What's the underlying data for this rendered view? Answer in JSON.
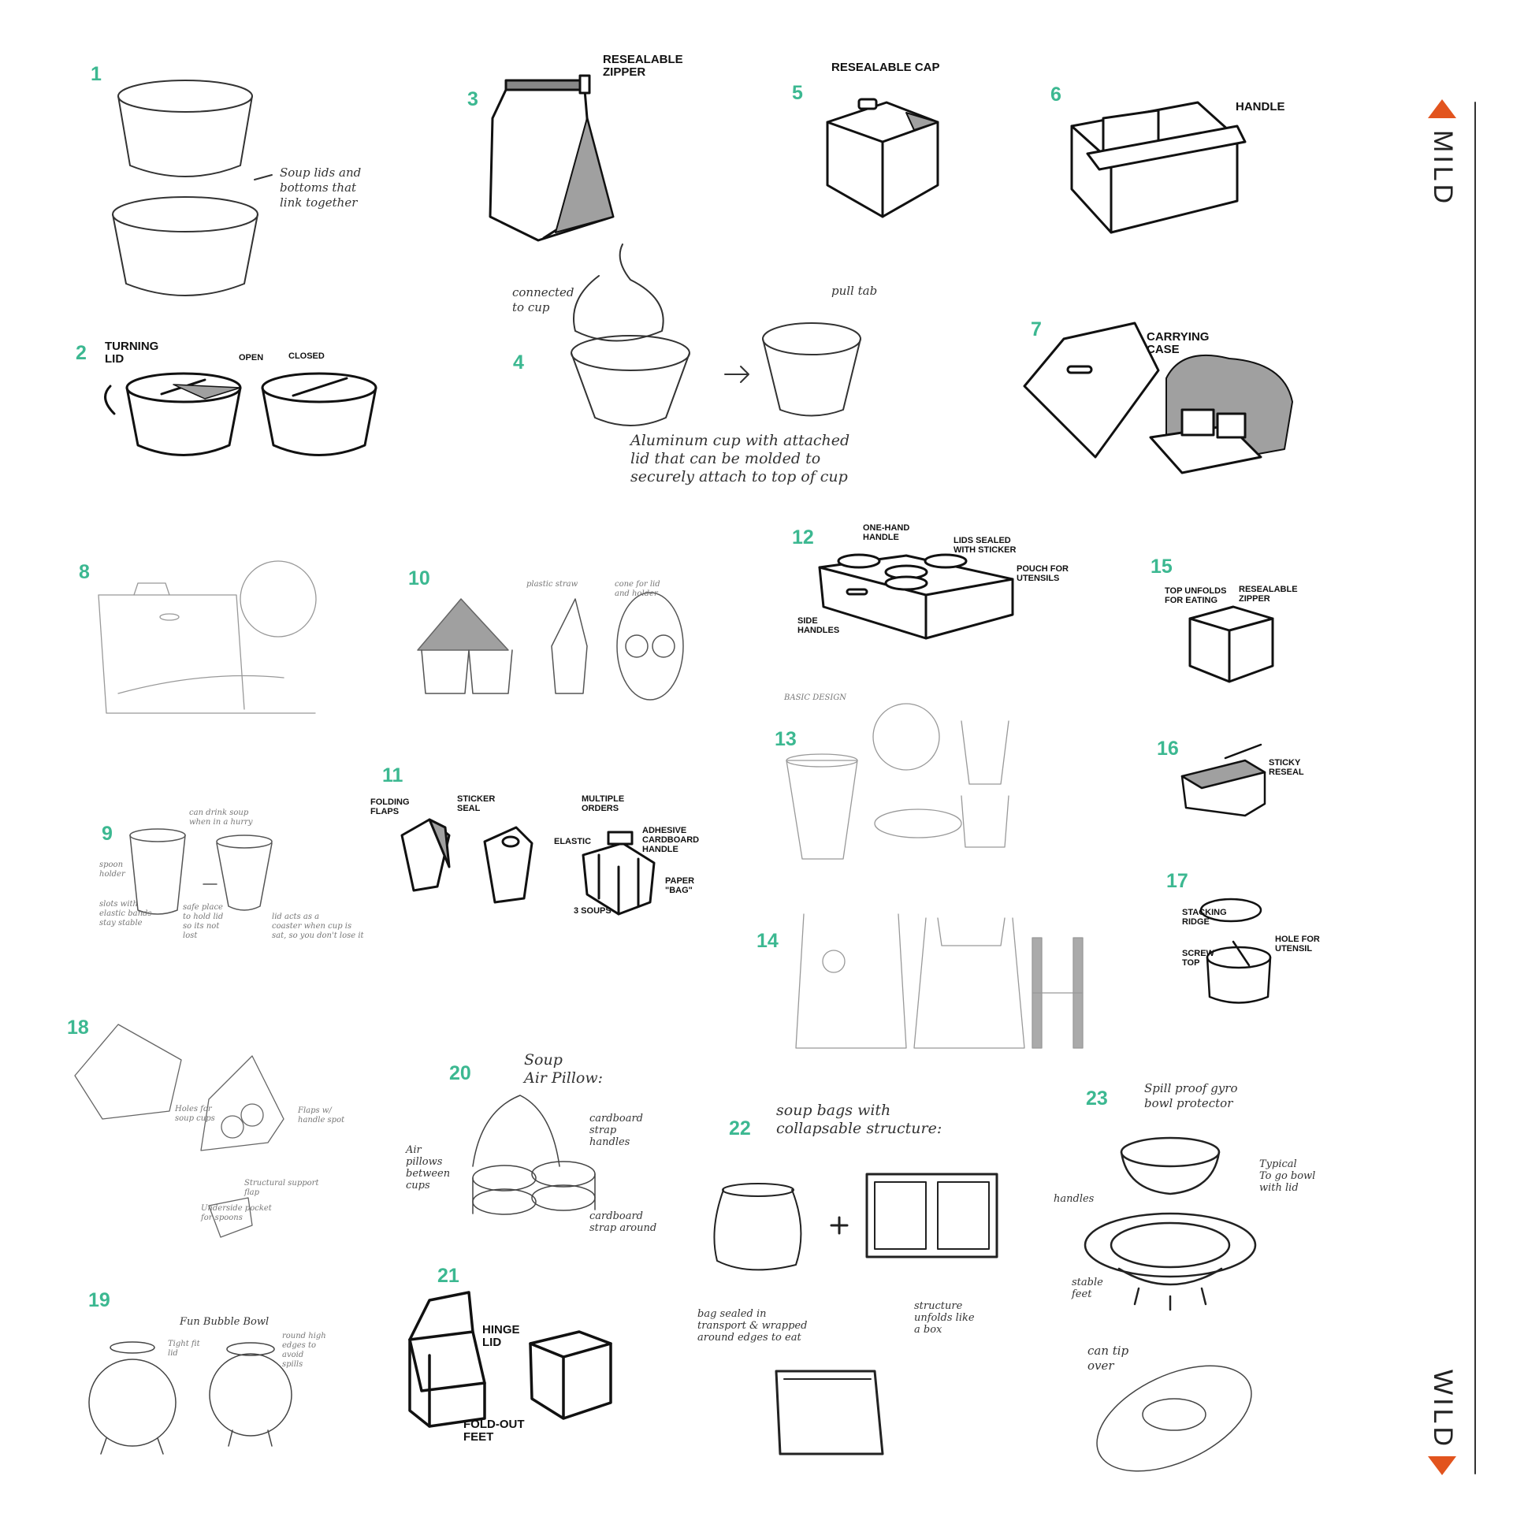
{
  "colors": {
    "accent": "#3cb891",
    "arrow": "#e2541e",
    "ink": "#111111",
    "fill": "#a0a0a0"
  },
  "scale": {
    "top_label": "MILD",
    "bottom_label": "WILD"
  },
  "sketches": [
    {
      "number": "1",
      "labels": [],
      "notes": [
        "Soup lids and\nbottoms that\nlink together"
      ]
    },
    {
      "number": "2",
      "labels": [
        "TURNING\nLID",
        "OPEN",
        "CLOSED"
      ],
      "notes": []
    },
    {
      "number": "3",
      "labels": [
        "RESEALABLE\nZIPPER"
      ],
      "notes": []
    },
    {
      "number": "4",
      "labels": [],
      "notes": [
        "connected\nto cup",
        "pull tab",
        "Aluminum cup with attached\nlid that can be molded to\nsecurely attach to top of cup"
      ]
    },
    {
      "number": "5",
      "labels": [
        "RESEALABLE CAP"
      ],
      "notes": []
    },
    {
      "number": "6",
      "labels": [
        "HANDLE"
      ],
      "notes": []
    },
    {
      "number": "7",
      "labels": [
        "CARRYING\nCASE"
      ],
      "notes": []
    },
    {
      "number": "8",
      "labels": [],
      "notes": []
    },
    {
      "number": "9",
      "labels": [],
      "notes": [
        "can drink soup\nwhen in a hurry",
        "spoon\nholder",
        "slots with\nelastic bands\nstay stable",
        "safe place\nto hold lid\nso its not\nlost",
        "lid acts as a\ncoaster when cup is\nsat, so you don't lose it"
      ]
    },
    {
      "number": "10",
      "labels": [],
      "notes": [
        "plastic straw",
        "cone for lid\nand holder"
      ]
    },
    {
      "number": "11",
      "labels": [
        "FOLDING\nFLAPS",
        "STICKER\nSEAL",
        "MULTIPLE\nORDERS",
        "ADHESIVE\nCARDBOARD\nHANDLE",
        "ELASTIC",
        "PAPER\n\"BAG\"",
        "3 SOUPS"
      ],
      "notes": []
    },
    {
      "number": "12",
      "labels": [
        "ONE-HAND\nHANDLE",
        "LIDS SEALED\nWITH STICKER",
        "POUCH FOR\nUTENSILS",
        "SIDE\nHANDLES"
      ],
      "notes": []
    },
    {
      "number": "13",
      "labels": [],
      "notes": [
        "BASIC DESIGN"
      ]
    },
    {
      "number": "14",
      "labels": [],
      "notes": []
    },
    {
      "number": "15",
      "labels": [
        "TOP UNFOLDS\nFOR EATING",
        "RESEALABLE\nZIPPER"
      ],
      "notes": []
    },
    {
      "number": "16",
      "labels": [
        "STICKY\nRESEAL"
      ],
      "notes": []
    },
    {
      "number": "17",
      "labels": [
        "STACKING\nRIDGE",
        "HOLE FOR\nUTENSIL",
        "SCREW\nTOP"
      ],
      "notes": []
    },
    {
      "number": "18",
      "labels": [],
      "notes": [
        "Holes for\nsoup cups",
        "Flaps w/\nhandle spot",
        "Structural support\nflap",
        "Underside pocket\nfor spoons"
      ]
    },
    {
      "number": "19",
      "labels": [],
      "notes": [
        "Fun Bubble Bowl",
        "Tight fit\nlid",
        "round high\nedges to\navoid\nspills"
      ]
    },
    {
      "number": "20",
      "labels": [],
      "notes": [
        "Soup\nAir Pillow:",
        "cardboard\nstrap\nhandles",
        "Air\npillows\nbetween\ncups",
        "cardboard\nstrap around"
      ]
    },
    {
      "number": "21",
      "labels": [
        "HINGE\nLID",
        "FOLD-OUT\nFEET"
      ],
      "notes": []
    },
    {
      "number": "22",
      "labels": [],
      "notes": [
        "soup bags with\ncollapsable structure:",
        "bag sealed in\ntransport & wrapped\naround edges to eat",
        "structure\nunfolds like\na box"
      ]
    },
    {
      "number": "23",
      "labels": [],
      "notes": [
        "Spill proof gyro\nbowl protector",
        "Typical\nTo go bowl\nwith lid",
        "handles",
        "stable\nfeet",
        "can tip\nover"
      ]
    }
  ]
}
